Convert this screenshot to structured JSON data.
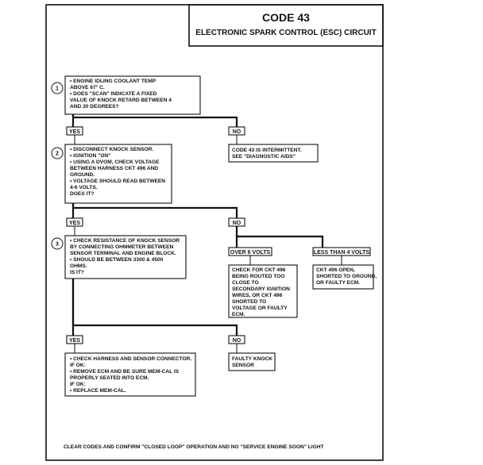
{
  "title": "CODE 43",
  "subtitle": "ELECTRONIC SPARK CONTROL (ESC) CIRCUIT",
  "steps": [
    {
      "number": "1",
      "lines": [
        "•  ENGINE IDLING COOLANT TEMP",
        "    ABOVE 67° C.",
        "•  DOES \"SCAN\" INDICATE  A FIXED",
        "    VALUE OF KNOCK RETARD BETWEEN 4",
        "    AND 20 DEGREES?"
      ]
    },
    {
      "number": "2",
      "lines": [
        "•  DISCONNECT KNOCK SENSOR.",
        "•  IGNITION \"ON\"",
        "•  USING A DVOM, CHECK VOLTAGE",
        "    BETWEEN HARNESS CKT 496 AND",
        "    GROUND.",
        "•  VOLTAGE SHOULD READ BETWEEN",
        "    4-6 VOLTS.",
        "    DOES IT?"
      ]
    },
    {
      "number": "3",
      "lines": [
        "•  CHECK RESISTANCE OF KNOCK SENSOR",
        "    BY CONNECTING OHMMETER BETWEEN",
        "    SENSOR TERMINAL AND ENGINE BLOCK.",
        "•  SHOULD BE BETWEEN 3300 & 4500",
        "    OHMS.",
        "    IS IT?"
      ]
    }
  ],
  "labels": {
    "yes": "YES",
    "no": "NO",
    "over": "OVER 6 VOLTS",
    "less": "LESS THAN 4 VOLTS"
  },
  "results": {
    "intermittent": [
      "CODE 43 IS INTERMITTENT.",
      "SEE \"DIAGNOSTIC AIDS\""
    ],
    "over6": [
      "CHECK FOR CKT 496",
      "BEING ROUTED TOO",
      "CLOSE TO",
      "SECONDARY IGNITION",
      "WIRES, OR CKT 496",
      "SHORTED TO",
      "VOLTAGE OR FAULTY",
      "ECM."
    ],
    "less4": [
      "CKT 496 OPEN,",
      "SHORTED TO GROUND,",
      "OR FAULTY ECM."
    ],
    "harness": [
      "•  CHECK HARNESS AND SENSOR CONNECTOR.",
      "    IF OK:",
      "•  REMOVE ECM AND BE SURE MEM-CAL IS",
      "    PROPERLY SEATED INTO ECM.",
      "    IF OK:",
      "•  REPLACE MEM-CAL."
    ],
    "faulty": [
      "FAULTY KNOCK",
      "SENSOR"
    ]
  },
  "footer": "CLEAR CODES AND CONFIRM \"CLOSED LOOP\" OPERATION AND NO \"SERVICE ENGINE SOON\" LIGHT"
}
